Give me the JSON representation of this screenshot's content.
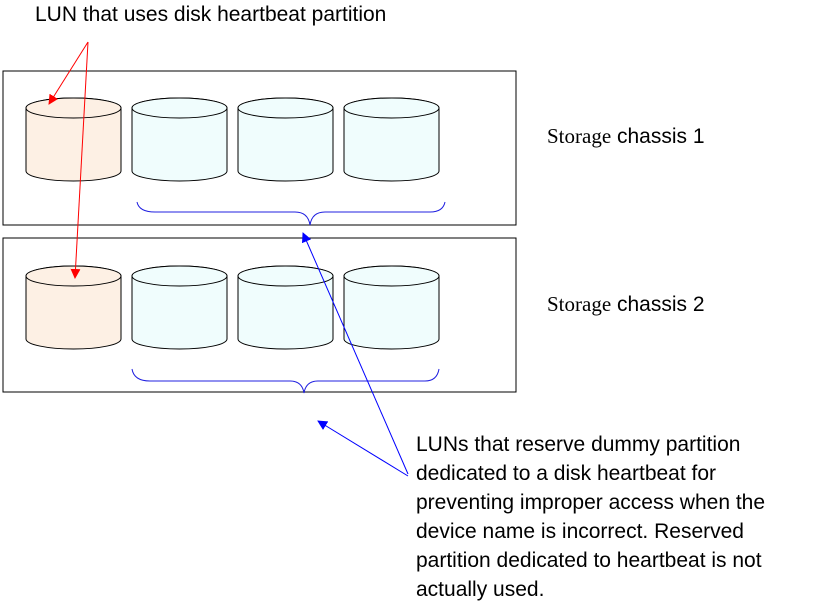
{
  "top_label": "LUN that uses disk heartbeat partition",
  "chassis": [
    {
      "label_serif": "Storage",
      "label_sans": " chassis 1",
      "luns": [
        {
          "kind": "heartbeat",
          "fill": "#fdf0e4"
        },
        {
          "kind": "reserved",
          "fill": "#f0fdfd"
        },
        {
          "kind": "reserved",
          "fill": "#f0fdfd"
        },
        {
          "kind": "reserved",
          "fill": "#f0fdfd"
        }
      ]
    },
    {
      "label_serif": "Storage",
      "label_sans": " chassis 2",
      "luns": [
        {
          "kind": "heartbeat",
          "fill": "#fdf0e4"
        },
        {
          "kind": "reserved",
          "fill": "#f0fdfd"
        },
        {
          "kind": "reserved",
          "fill": "#f0fdfd"
        },
        {
          "kind": "reserved",
          "fill": "#f0fdfd"
        }
      ]
    }
  ],
  "note_lines": [
    "LUNs that reserve  dummy partition",
    "dedicated to a disk heartbeat for",
    "preventing improper access when the",
    "device name is incorrect. Reserved",
    "partition dedicated to heartbeat is not",
    "actually used."
  ],
  "colors": {
    "heartbeat_arrow": "#ff0000",
    "reserved_arrow": "#0000ff",
    "brace": "#2020e0",
    "outline": "#000000"
  }
}
